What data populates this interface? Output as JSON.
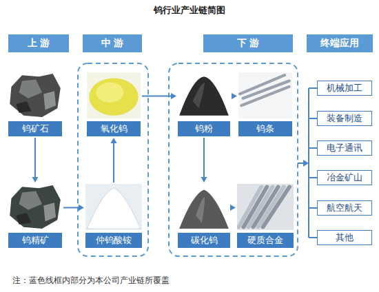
{
  "diagram": {
    "title": "钨行业产业链简图",
    "nodes": [
      {
        "text": [
          "上 游"
        ]
      },
      {
        "text": [
          "中 游"
        ]
      },
      {
        "text": [
          "下 游"
        ]
      },
      {
        "text": [
          "终端应用"
        ]
      },
      {
        "text": [
          "钨矿石"
        ]
      },
      {
        "text": [
          "氧化钨"
        ]
      },
      {
        "text": [
          "钨粉"
        ]
      },
      {
        "text": [
          "钨条"
        ]
      },
      {
        "text": [
          "钨精矿"
        ]
      },
      {
        "text": [
          "仲钨酸铵"
        ]
      },
      {
        "text": [
          "碳化钨"
        ]
      },
      {
        "text": [
          "硬质合金"
        ]
      },
      {
        "text": [
          "机械加工"
        ]
      },
      {
        "text": [
          "装备制造"
        ]
      },
      {
        "text": [
          "电子通讯"
        ]
      },
      {
        "text": [
          "冶金矿山"
        ]
      },
      {
        "text": [
          "航空航天"
        ]
      },
      {
        "text": [
          "其他"
        ]
      }
    ],
    "edges": [
      {
        "from": 4,
        "to": 8,
        "arrow": "to"
      },
      {
        "from": 8,
        "to": 9,
        "arrow": "to"
      },
      {
        "from": 9,
        "to": 5,
        "arrow": "to"
      },
      {
        "from": 5,
        "to": 6,
        "arrow": "to"
      },
      {
        "from": 6,
        "to": 7,
        "arrow": "to"
      },
      {
        "from": 6,
        "to": 10,
        "arrow": "to"
      },
      {
        "from": 10,
        "to": 11,
        "arrow": "to"
      }
    ],
    "labels": [
      "注：蓝色线框内部分为本公司产业链所覆盖"
    ]
  }
}
